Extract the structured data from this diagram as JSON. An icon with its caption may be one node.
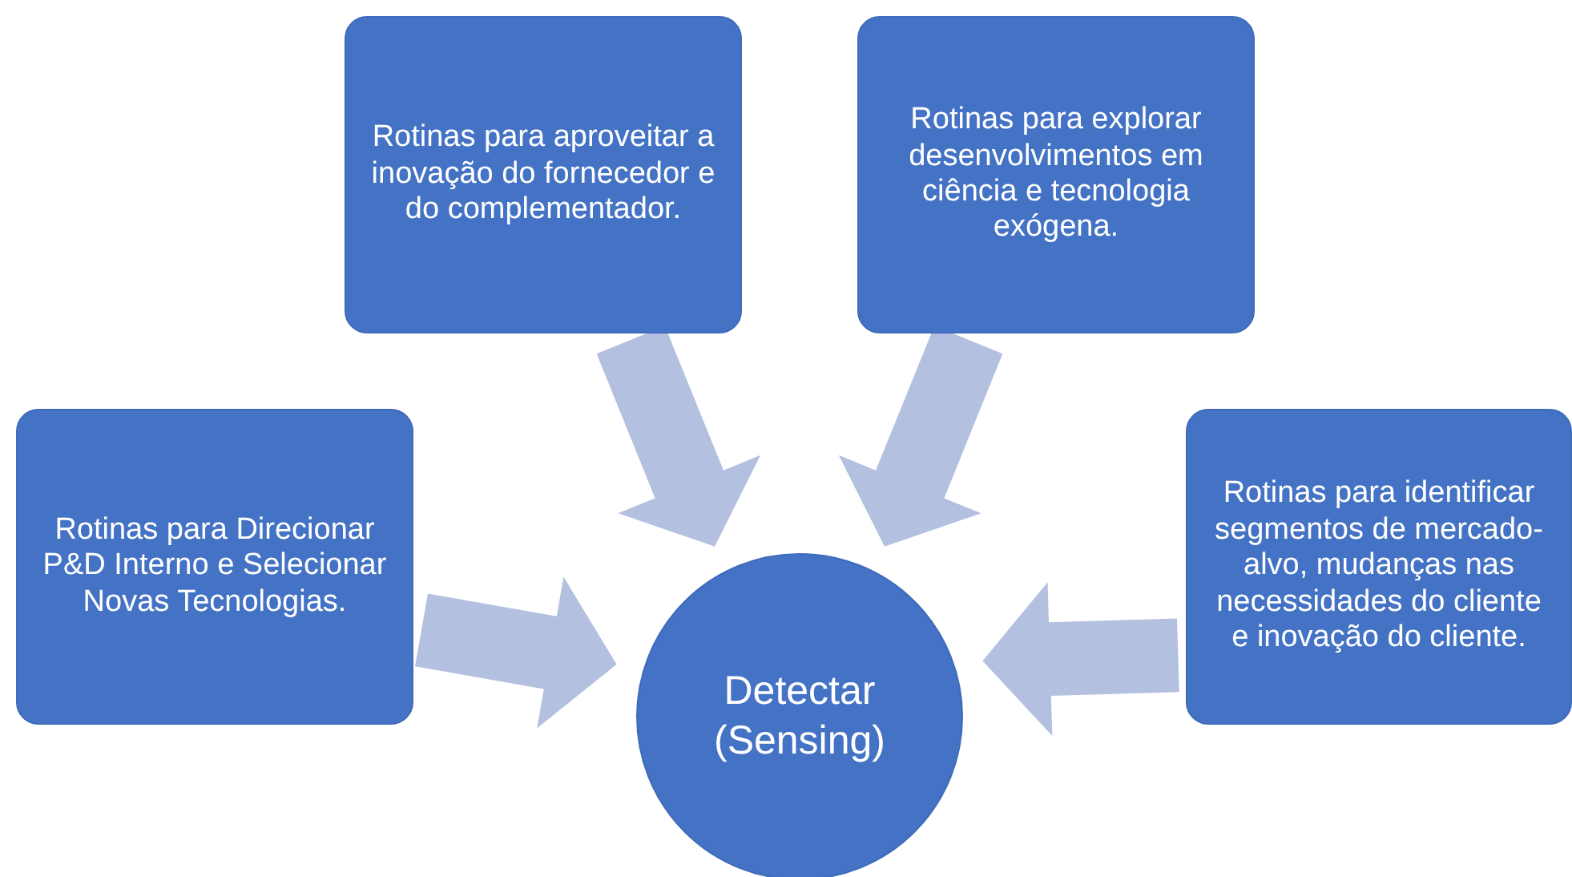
{
  "diagram": {
    "nodes": [
      {
        "text": [
          "Rotinas para aproveitar a inovação do fornecedor e do complementador."
        ]
      },
      {
        "text": [
          "Rotinas para explorar desenvolvimentos em ciência e tecnologia exógena."
        ]
      },
      {
        "text": [
          "Rotinas para Direcionar P&D Interno e Selecionar Novas Tecnologias."
        ]
      },
      {
        "text": [
          "Rotinas para identificar segmentos de mercado-alvo, mudanças nas necessidades do cliente e inovação do cliente."
        ]
      },
      {
        "text": [
          "Detectar (Sensing)"
        ]
      }
    ],
    "edges": [
      {
        "from": 0,
        "to": 4,
        "arrow": "to"
      },
      {
        "from": 1,
        "to": 4,
        "arrow": "to"
      },
      {
        "from": 2,
        "to": 4,
        "arrow": "to"
      },
      {
        "from": 3,
        "to": 4,
        "arrow": "to"
      }
    ]
  }
}
